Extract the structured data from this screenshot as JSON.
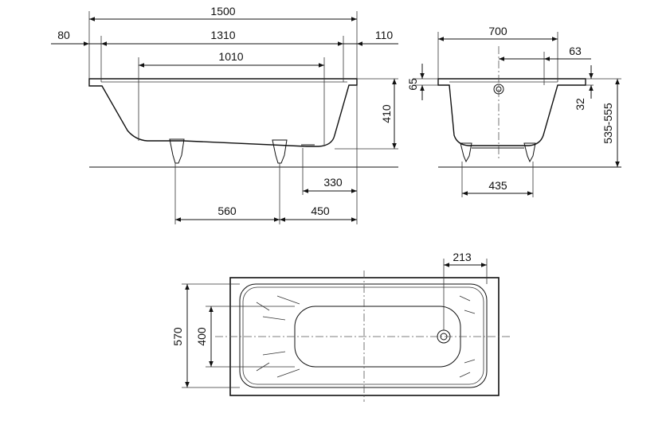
{
  "side_view": {
    "overall_length": "1500",
    "rim_left": "80",
    "inner_top_length": "1310",
    "rim_right": "110",
    "inner_bottom_length": "1010",
    "height": "410",
    "drain_offset": "330",
    "leg_spacing": "560",
    "leg_offset": "450"
  },
  "end_view": {
    "width": "700",
    "drain_offset": "63",
    "rim_height": "65",
    "rim_thickness": "32",
    "height_range": "535-555",
    "leg_span": "435"
  },
  "plan_view": {
    "drain_position": "213",
    "outer_width": "570",
    "inner_width": "400"
  }
}
